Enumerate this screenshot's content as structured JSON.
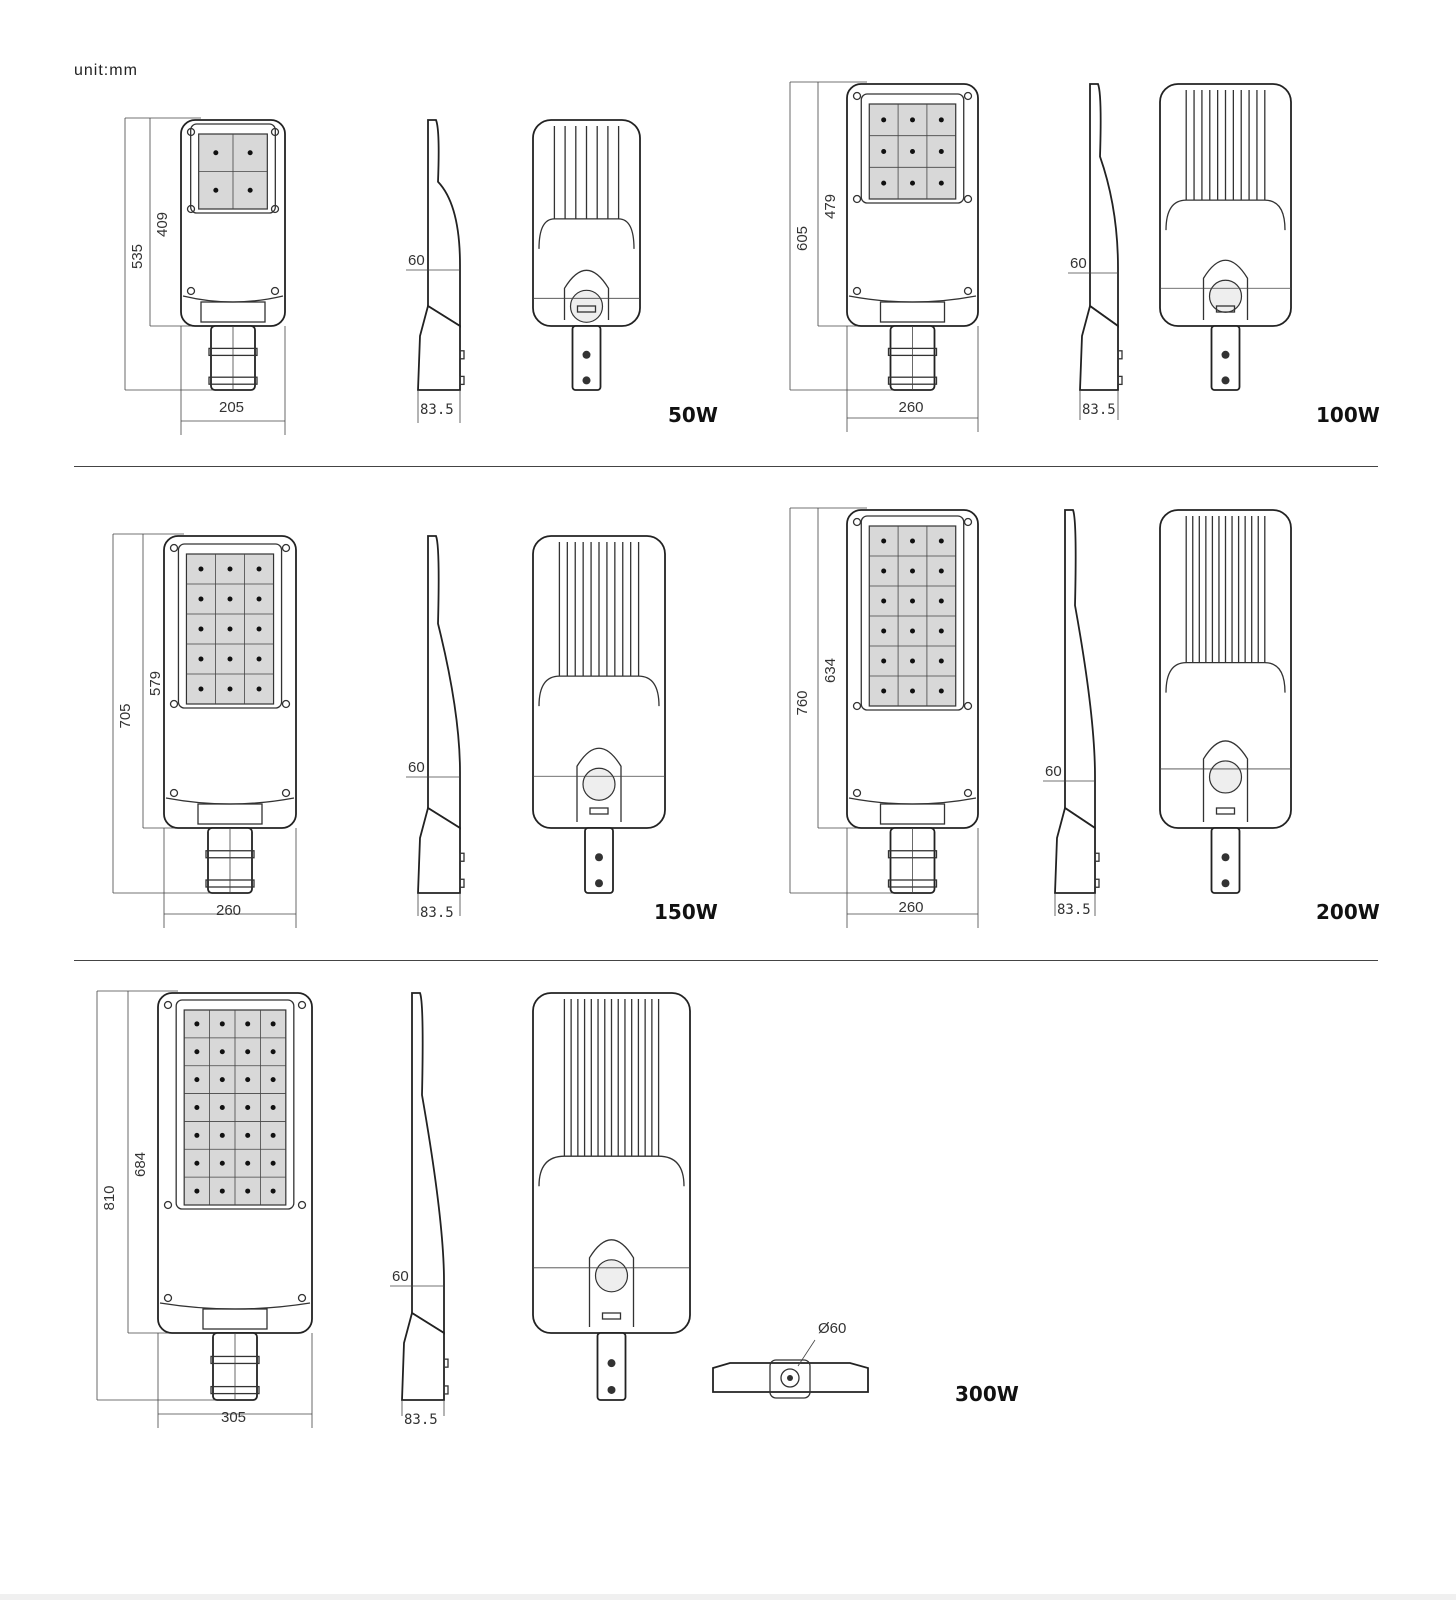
{
  "unit_label": "unit:mm",
  "models": [
    {
      "label": "50W",
      "total_height": "535",
      "body_height": "409",
      "width": "205",
      "side_offset": "60",
      "side_depth": "83.5",
      "led_cols": 2,
      "led_rows": 2,
      "fins": 6
    },
    {
      "label": "100W",
      "total_height": "605",
      "body_height": "479",
      "width": "260",
      "side_offset": "60",
      "side_depth": "83.5",
      "led_cols": 3,
      "led_rows": 3,
      "fins": 10
    },
    {
      "label": "150W",
      "total_height": "705",
      "body_height": "579",
      "width": "260",
      "side_offset": "60",
      "side_depth": "83.5",
      "led_cols": 3,
      "led_rows": 5,
      "fins": 10
    },
    {
      "label": "200W",
      "total_height": "760",
      "body_height": "634",
      "width": "260",
      "side_offset": "60",
      "side_depth": "83.5",
      "led_cols": 3,
      "led_rows": 6,
      "fins": 12
    },
    {
      "label": "300W",
      "total_height": "810",
      "body_height": "684",
      "width": "305",
      "side_offset": "60",
      "side_depth": "83.5",
      "led_cols": 4,
      "led_rows": 7,
      "fins": 14
    }
  ],
  "bottom_view": {
    "diameter_label": "Ø60"
  }
}
